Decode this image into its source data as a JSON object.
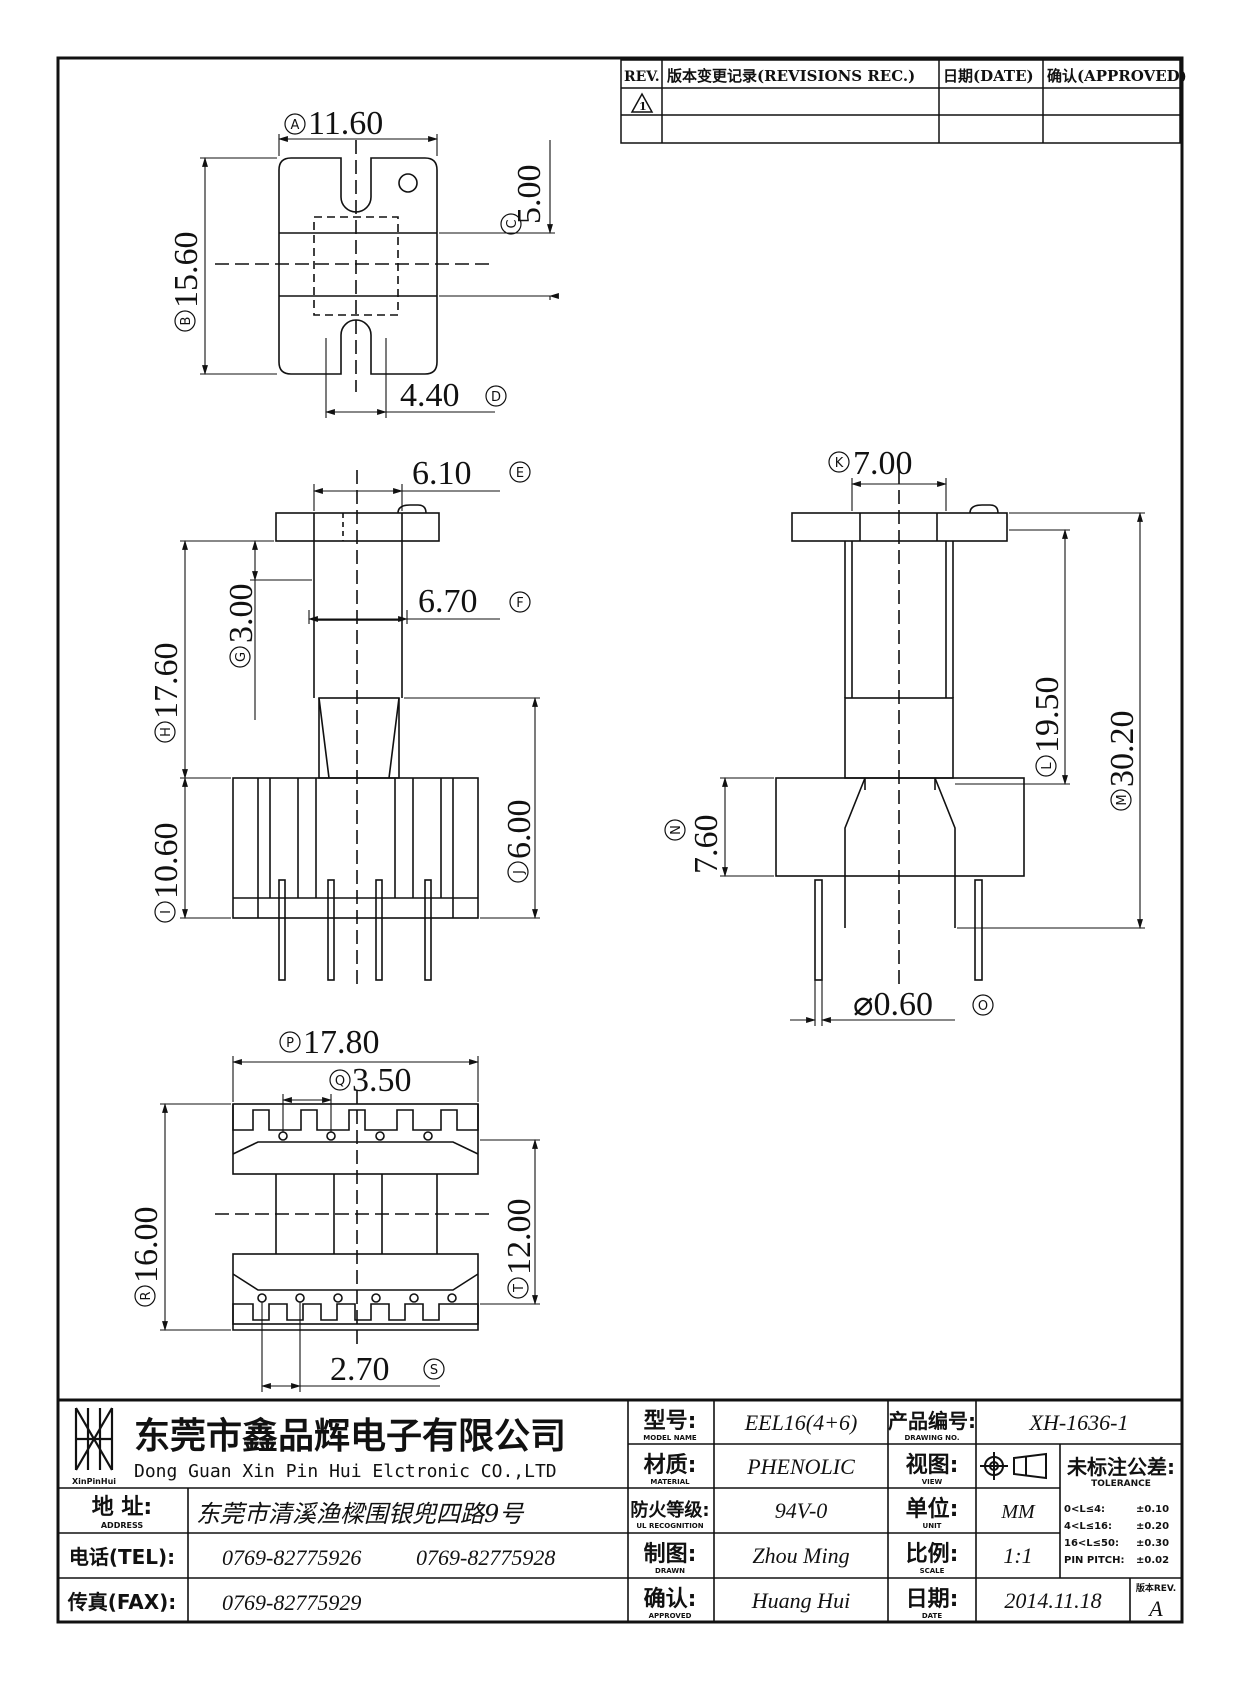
{
  "revision_table": {
    "rev_header": "REV.",
    "revisions_header": "版本变更记录(REVISIONS REC.)",
    "date_header": "日期(DATE)",
    "approved_header": "确认(APPROVED)",
    "rev_1": "1"
  },
  "dimensions": {
    "A": {
      "mark": "A",
      "value": "11.60"
    },
    "B": {
      "mark": "B",
      "value": "15.60"
    },
    "C": {
      "mark": "C",
      "value": "5.00"
    },
    "D": {
      "mark": "D",
      "value": "4.40"
    },
    "E": {
      "mark": "E",
      "value": "6.10"
    },
    "F": {
      "mark": "F",
      "value": "6.70"
    },
    "G": {
      "mark": "G",
      "value": "3.00"
    },
    "H": {
      "mark": "H",
      "value": "17.60"
    },
    "I": {
      "mark": "I",
      "value": "10.60"
    },
    "J": {
      "mark": "J",
      "value": "6.00"
    },
    "K": {
      "mark": "K",
      "value": "7.00"
    },
    "L": {
      "mark": "L",
      "value": "19.50"
    },
    "M": {
      "mark": "M",
      "value": "30.20"
    },
    "N": {
      "mark": "N",
      "value": "7.60"
    },
    "O": {
      "mark": "O",
      "value": "⌀0.60"
    },
    "P": {
      "mark": "P",
      "value": "17.80"
    },
    "Q": {
      "mark": "Q",
      "value": "3.50"
    },
    "R": {
      "mark": "R",
      "value": "16.00"
    },
    "S": {
      "mark": "S",
      "value": "2.70"
    },
    "T": {
      "mark": "T",
      "value": "12.00"
    }
  },
  "title_block": {
    "logo_text": "XinPinHui",
    "company_cn": "东莞市鑫品辉电子有限公司",
    "company_en": "Dong Guan Xin Pin Hui Elctronic CO.,LTD",
    "address_label": "地  址:",
    "address_label_en": "ADDRESS",
    "address": "东莞市清溪渔樑围银兜四路9号",
    "tel_label": "电话(TEL):",
    "tel_1": "0769-82775926",
    "tel_2": "0769-82775928",
    "fax_label": "传真(FAX):",
    "fax": "0769-82775929",
    "model_label": "型号:",
    "model_label_en": "MODEL NAME",
    "model": "EEL16(4+6)",
    "material_label": "材质:",
    "material_label_en": "MATERIAL",
    "material": "PHENOLIC",
    "flame_label": "防火等级:",
    "flame_label_en": "UL RECOGNITION",
    "flame": "94V-0",
    "drawn_label": "制图:",
    "drawn_label_en": "DRAWN",
    "drawn": "Zhou Ming",
    "approved_label": "确认:",
    "approved_label_en": "APPROVED",
    "approved": "Huang Hui",
    "drawing_no_label": "产品编号:",
    "drawing_no_label_en": "DRAWING NO.",
    "drawing_no": "XH-1636-1",
    "view_label": "视图:",
    "view_label_en": "VIEW",
    "unit_label": "单位:",
    "unit_label_en": "UNIT",
    "unit": "MM",
    "scale_label": "比例:",
    "scale_label_en": "SCALE",
    "scale": "1:1",
    "date_label": "日期:",
    "date_label_en": "DATE",
    "date": "2014.11.18",
    "tolerance_label": "未标注公差:",
    "tolerance_label_en": "TOLERANCE",
    "tol_1_range": "0<L≤4:",
    "tol_1_value": "±0.10",
    "tol_2_range": "4<L≤16:",
    "tol_2_value": "±0.20",
    "tol_3_range": "16<L≤50:",
    "tol_3_value": "±0.30",
    "tol_4_range": "PIN PITCH:",
    "tol_4_value": "±0.02",
    "rev_label": "版本REV.",
    "rev_value": "A"
  }
}
